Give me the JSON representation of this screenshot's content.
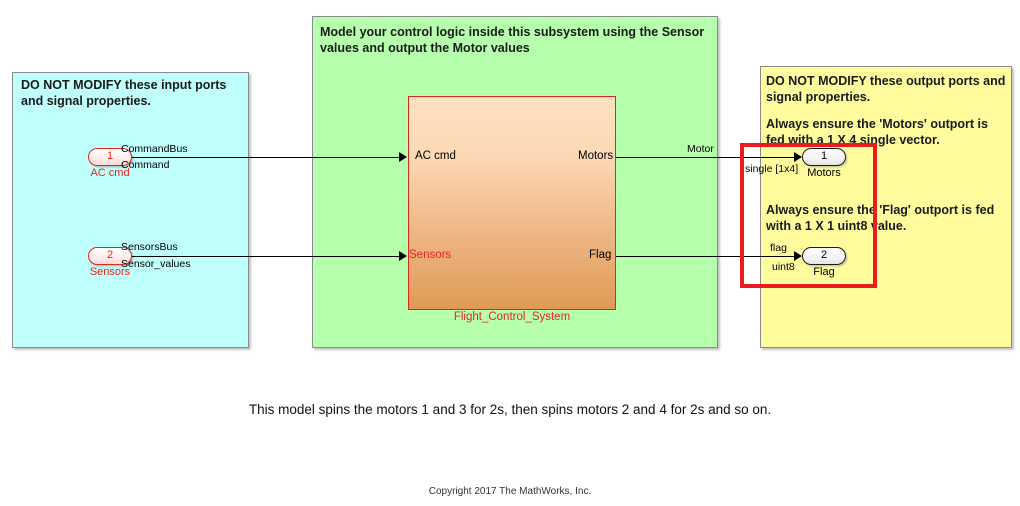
{
  "panels": {
    "input": {
      "note": "DO NOT MODIFY these input ports and signal properties.",
      "color": "#bffffc"
    },
    "logic": {
      "note": "Model your control logic inside this subsystem using the Sensor values and output the Motor values",
      "color": "#b6ffad"
    },
    "output": {
      "note_header": "DO NOT MODIFY these output ports and signal properties.",
      "note_motors": "Always ensure the 'Motors' outport is fed with a 1 X 4 single vector.",
      "note_flag": "Always ensure the 'Flag' outport is fed with a 1 X 1 uint8 value.",
      "color": "#fffc9e"
    }
  },
  "subsystem": {
    "name": "Flight_Control_System",
    "inputs": [
      {
        "label": "AC cmd",
        "color": "#000000"
      },
      {
        "label": "Sensors",
        "color": "#e8251c"
      }
    ],
    "outputs": [
      {
        "label": "Motors"
      },
      {
        "label": "Flag"
      }
    ],
    "border_color": "#d62b1f"
  },
  "inports": [
    {
      "number": "1",
      "caption": "AC cmd",
      "bus_label": "CommandBus",
      "signal_label": "Command"
    },
    {
      "number": "2",
      "caption": "Sensors",
      "bus_label": "SensorsBus",
      "signal_label": "Sensor_values"
    }
  ],
  "outports": [
    {
      "number": "1",
      "caption": "Motors",
      "signal_label": "Motor",
      "type_label": "single [1x4]"
    },
    {
      "number": "2",
      "caption": "Flag",
      "signal_label": "flag",
      "type_label": "uint8"
    }
  ],
  "highlight": {
    "color": "#e81e1e"
  },
  "captions": {
    "model": "This model spins the motors 1 and 3 for 2s, then spins motors 2 and 4 for 2s and so on.",
    "copyright": "Copyright 2017 The MathWorks, Inc."
  }
}
